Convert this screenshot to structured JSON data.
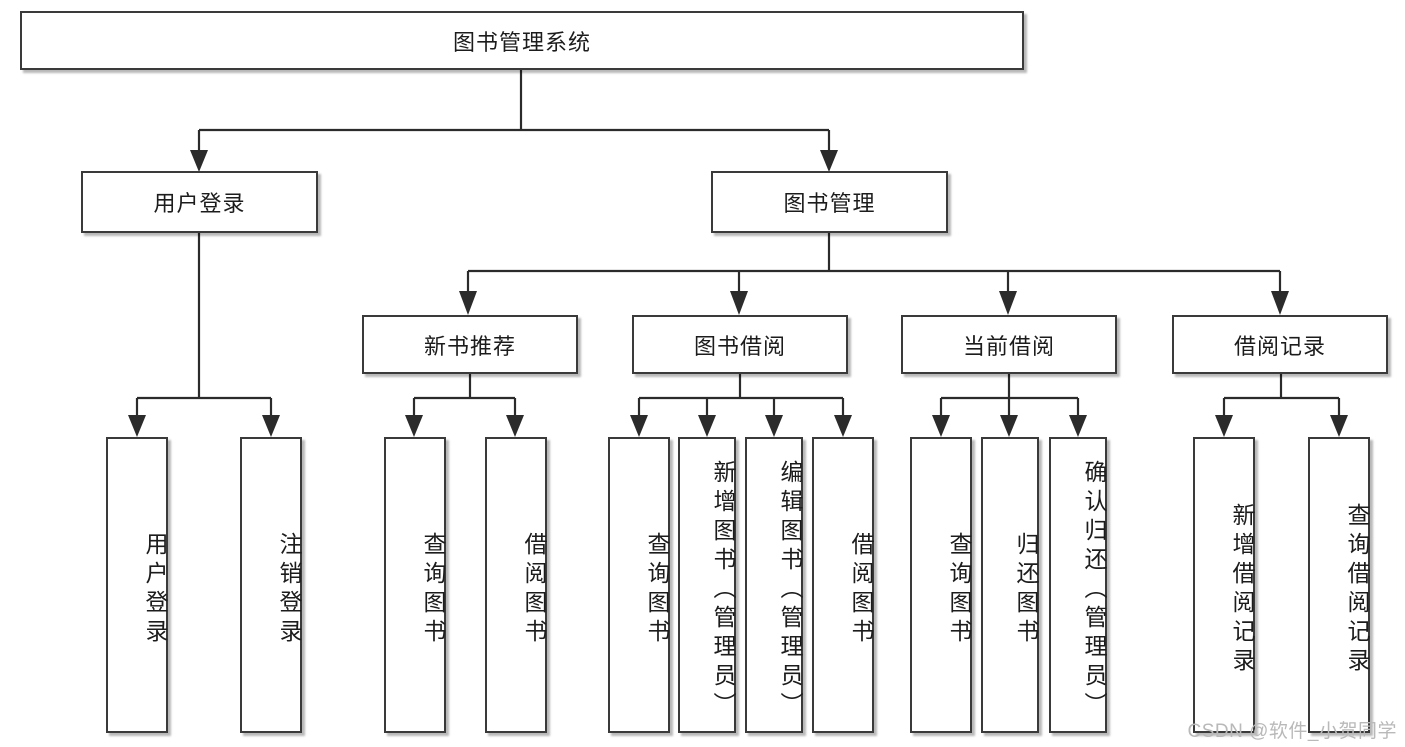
{
  "diagram": {
    "title": "图书管理系统",
    "type": "tree-hierarchy",
    "watermark": "CSDN @软件_小贺同学",
    "colors": {
      "box_border": "#3a3a3a",
      "box_fill": "#ffffff",
      "connector": "#2b2b2b",
      "text": "#1c1c1c",
      "watermark": "#b9b9b9"
    },
    "levels": {
      "root": {
        "label": "图书管理系统"
      },
      "level2": [
        {
          "label": "用户登录"
        },
        {
          "label": "图书管理"
        }
      ],
      "level3": [
        {
          "label": "新书推荐"
        },
        {
          "label": "图书借阅"
        },
        {
          "label": "当前借阅"
        },
        {
          "label": "借阅记录"
        }
      ],
      "leaves": {
        "user_login": [
          {
            "label": "用户登录"
          },
          {
            "label": "注销登录"
          }
        ],
        "new_book_recommend": [
          {
            "label": "查询图书"
          },
          {
            "label": "借阅图书"
          }
        ],
        "book_borrow": [
          {
            "label": "查询图书"
          },
          {
            "label": "新增图书（管理员）"
          },
          {
            "label": "编辑图书（管理员）"
          },
          {
            "label": "借阅图书"
          }
        ],
        "current_borrow": [
          {
            "label": "查询图书"
          },
          {
            "label": "归还图书"
          },
          {
            "label": "确认归还（管理员）"
          }
        ],
        "borrow_record": [
          {
            "label": "新增借阅记录"
          },
          {
            "label": "查询借阅记录"
          }
        ]
      }
    }
  }
}
